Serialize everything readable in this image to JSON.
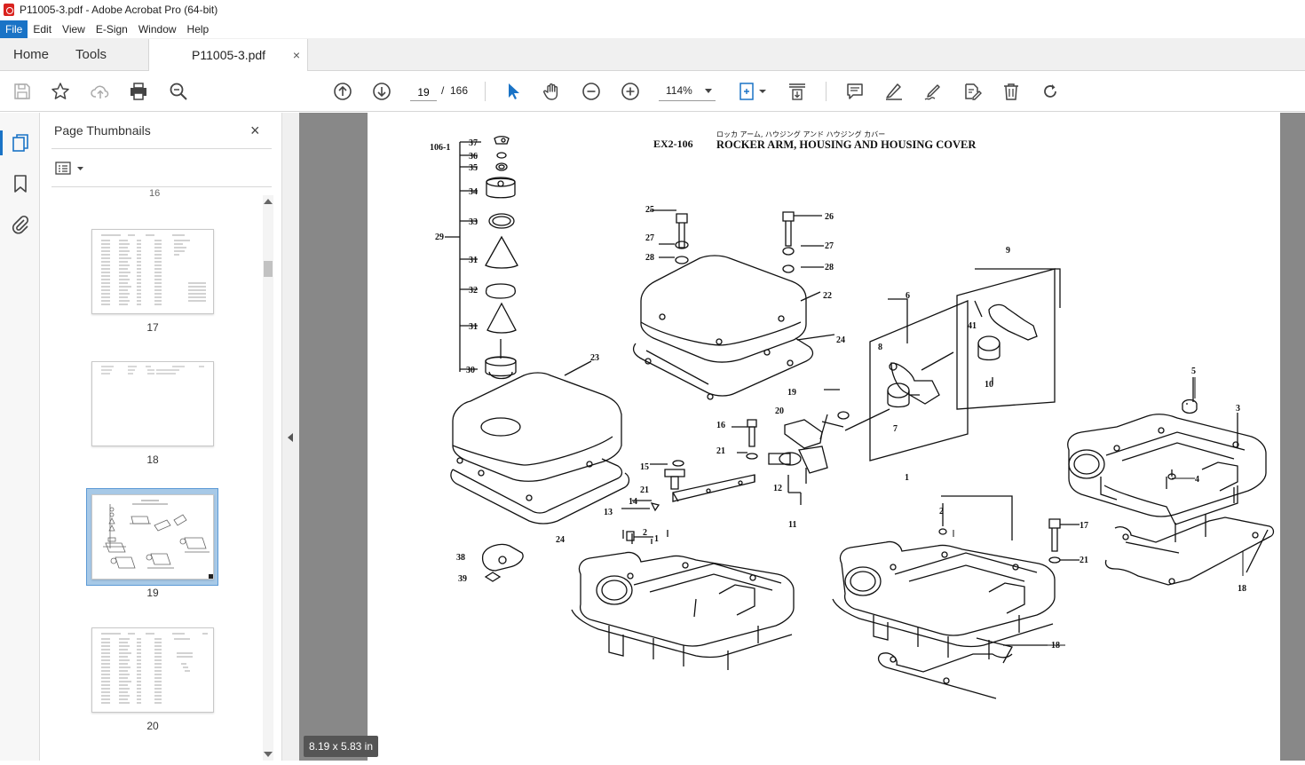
{
  "window": {
    "title": "P11005-3.pdf - Adobe Acrobat Pro (64-bit)"
  },
  "menu": [
    "File",
    "Edit",
    "View",
    "E-Sign",
    "Window",
    "Help"
  ],
  "tabs": {
    "home": "Home",
    "tools": "Tools",
    "document": "P11005-3.pdf",
    "close": "×"
  },
  "toolbar": {
    "current_page": "19",
    "separator": "/",
    "total_pages": "166",
    "zoom": "114%"
  },
  "thumbnail_panel": {
    "title": "Page Thumbnails",
    "close": "×",
    "cut_label": "16",
    "pages": [
      {
        "label": "17"
      },
      {
        "label": "18"
      },
      {
        "label": "19",
        "selected": true
      },
      {
        "label": "20"
      }
    ]
  },
  "document": {
    "header_jp": "ロッカ アーム, ハウジング アンド ハウジング カバー",
    "header_code": "EX2-106",
    "header_title": "ROCKER ARM, HOUSING AND HOUSING COVER",
    "group_label": "106-1",
    "part_numbers": [
      "37",
      "36",
      "35",
      "34",
      "33",
      "29",
      "31",
      "32",
      "31",
      "30",
      "23",
      "24",
      "38",
      "39",
      "25",
      "27",
      "28",
      "26",
      "27",
      "28",
      "22",
      "24",
      "19",
      "20",
      "16",
      "21",
      "15",
      "21",
      "13",
      "14",
      "2",
      "1",
      "12",
      "11",
      "6",
      "8",
      "7",
      "9",
      "41",
      "10",
      "5",
      "3",
      "4",
      "1",
      "2",
      "17",
      "21",
      "18",
      "18"
    ],
    "page_size": "8.19 x 5.83 in"
  },
  "colors": {
    "accent": "#1a73c6",
    "doc_background": "#888888"
  }
}
